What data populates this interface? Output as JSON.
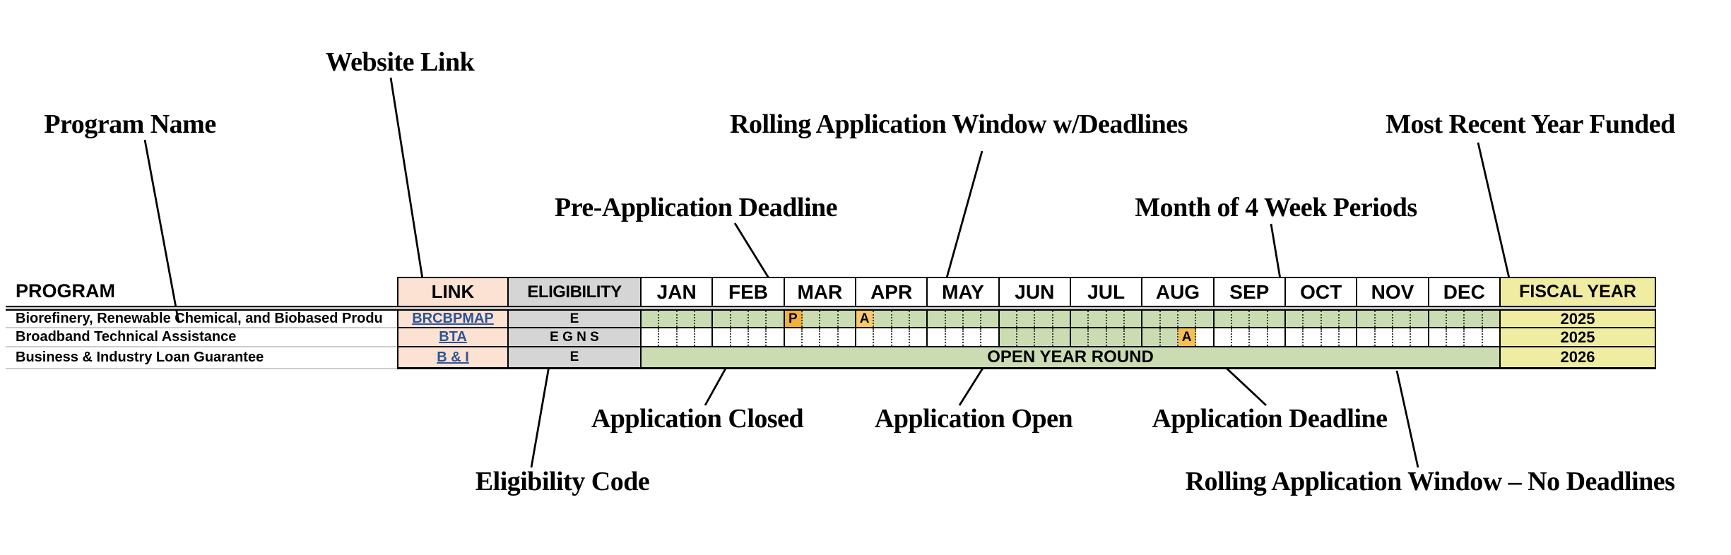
{
  "annotations": {
    "program_name": "Program Name",
    "website_link": "Website Link",
    "rolling_with_deadlines": "Rolling Application Window w/Deadlines",
    "most_recent_year_funded": "Most Recent Year Funded",
    "pre_application_deadline": "Pre-Application Deadline",
    "month_of_4_week_periods": "Month of 4 Week Periods",
    "application_closed": "Application Closed",
    "application_open": "Application Open",
    "application_deadline": "Application Deadline",
    "eligibility_code": "Eligibility Code",
    "rolling_no_deadlines": "Rolling Application Window – No Deadlines"
  },
  "table": {
    "headers": {
      "program": "PROGRAM",
      "link": "LINK",
      "eligibility": "ELIGIBILITY",
      "fiscal_year": "FISCAL YEAR"
    },
    "months": [
      "JAN",
      "FEB",
      "MAR",
      "APR",
      "MAY",
      "JUN",
      "JUL",
      "AUG",
      "SEP",
      "OCT",
      "NOV",
      "DEC"
    ],
    "weeks_per_month": 4,
    "rows": [
      {
        "program": "Biorefinery, Renewable Chemical, and Biobased Produ",
        "link": "BRCBPMAP",
        "eligibility": "E",
        "fiscal_year": "2025",
        "timeline": {
          "type": "weekly",
          "open_ranges": [
            [
              0,
              47
            ]
          ],
          "markers": [
            {
              "week": 8,
              "label": "P",
              "kind": "pre_application_deadline"
            },
            {
              "week": 12,
              "label": "A",
              "kind": "application_deadline_light"
            }
          ]
        }
      },
      {
        "program": "Broadband Technical Assistance",
        "link": "BTA",
        "eligibility": "E G N S",
        "fiscal_year": "2025",
        "timeline": {
          "type": "weekly",
          "open_ranges": [
            [
              20,
              29
            ]
          ],
          "markers": [
            {
              "week": 30,
              "label": "A",
              "kind": "application_deadline"
            }
          ]
        }
      },
      {
        "program": "Business & Industry Loan Guarantee",
        "link": "B & I",
        "eligibility": "E",
        "fiscal_year": "2026",
        "timeline": {
          "type": "open_year_round",
          "label": "OPEN YEAR ROUND"
        }
      }
    ]
  },
  "colors": {
    "open_green": "#cbdcb3",
    "closed_white": "#ffffff",
    "link_column": "#fbe2d3",
    "eligibility_column": "#d5d5d5",
    "fiscal_year_column": "#f0eda3",
    "pre_application_marker": "#f2b138",
    "application_deadline_light": "#f9ca6c",
    "application_deadline": "#f6bf52",
    "link_text": "#2e5496"
  }
}
